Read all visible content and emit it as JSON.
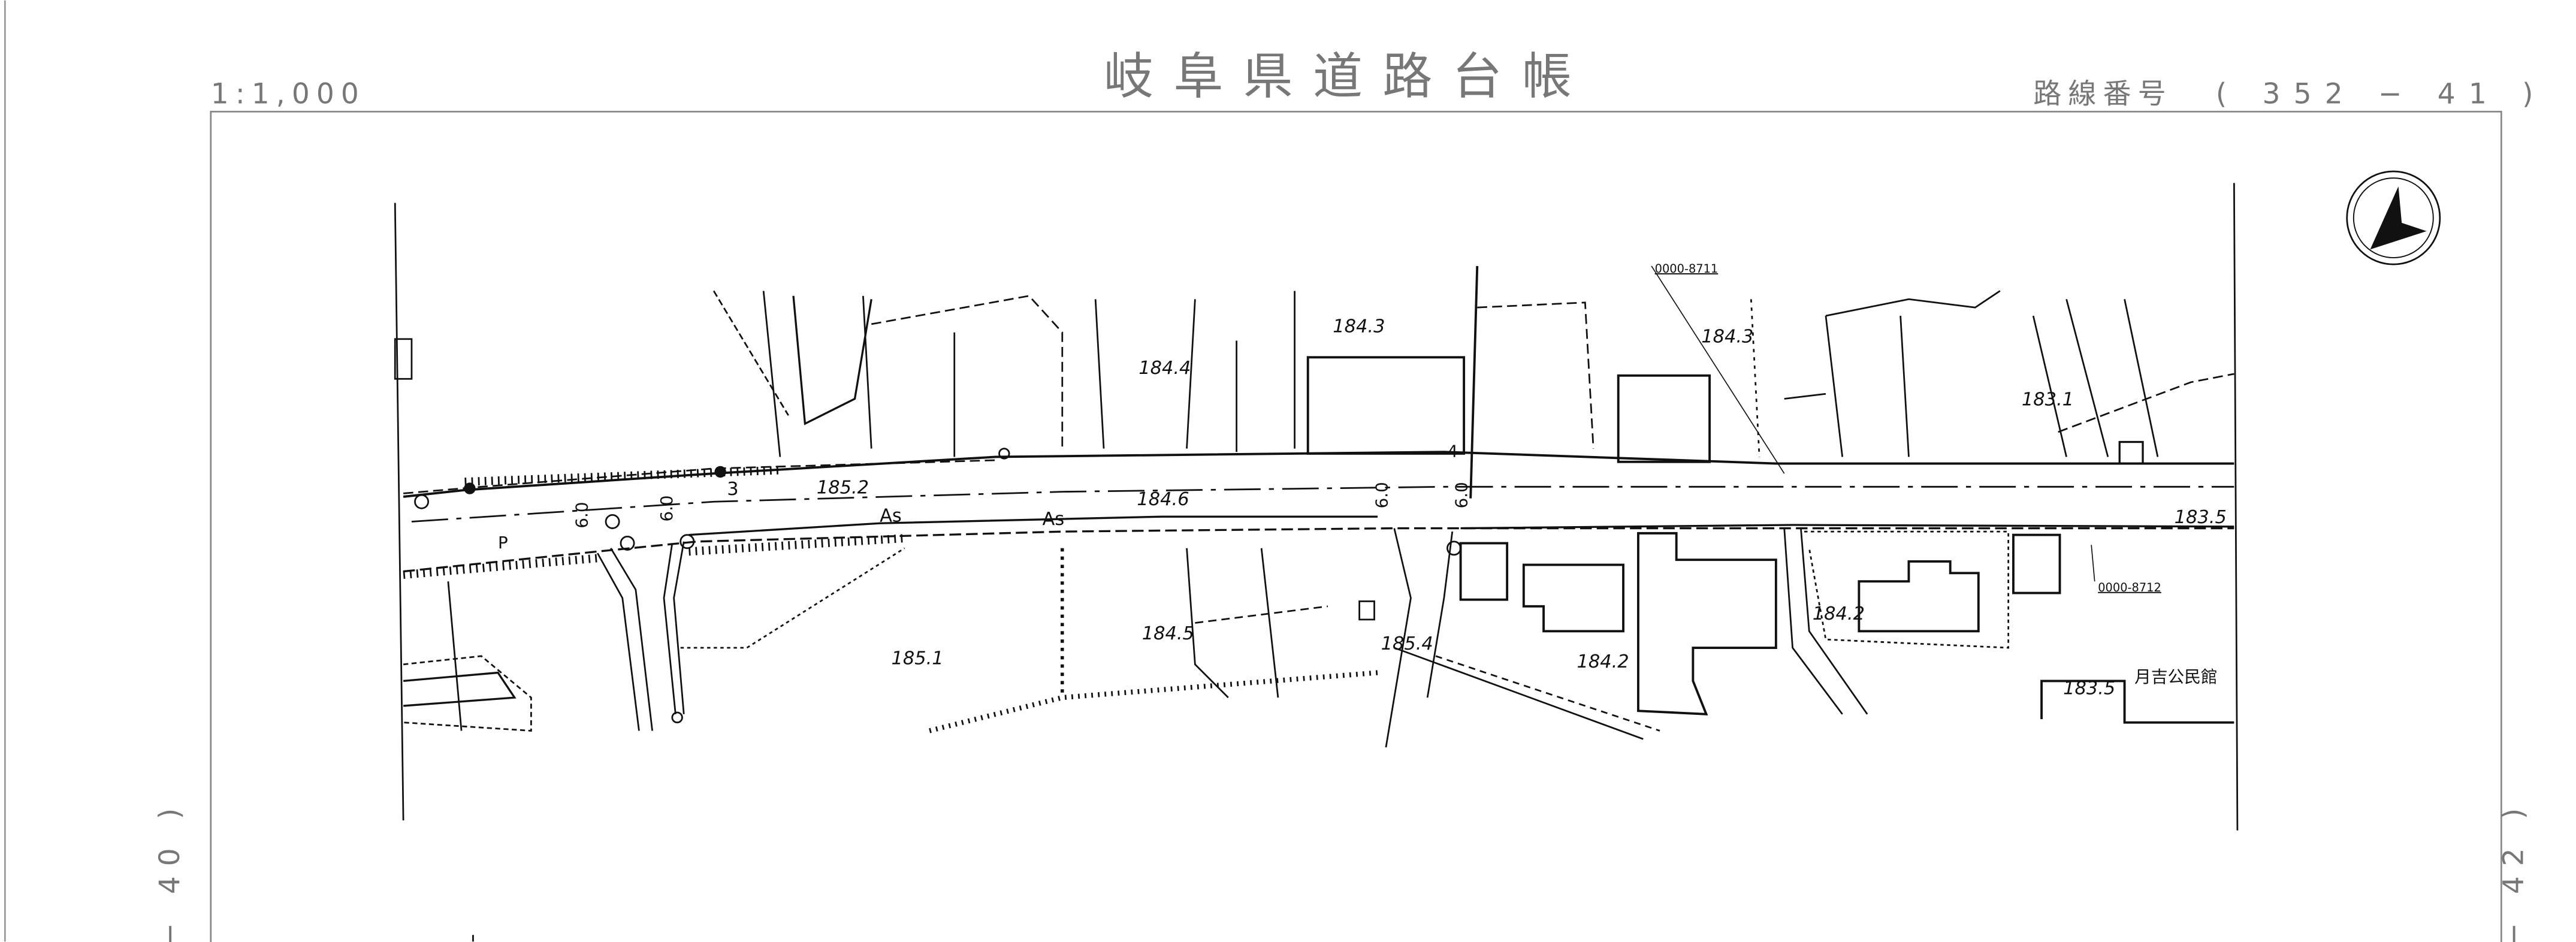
{
  "header": {
    "scale": "1:1,000",
    "title": "岐阜県道路台帳",
    "route_label": "路線番号",
    "route_number": "( 352 − 41 )"
  },
  "side": {
    "left_sheet": "− 40 )",
    "right_sheet": "− 42 )"
  },
  "map": {
    "elevations": [
      "185.2",
      "184.6",
      "184.4",
      "184.3",
      "185.1",
      "184.5",
      "185.4",
      "184.3",
      "183.1",
      "183.5",
      "184.2",
      "184.2",
      "183.5"
    ],
    "surface_labels": [
      "As",
      "As",
      "P"
    ],
    "station_labels": [
      "3",
      "4"
    ],
    "widths": [
      "6.0",
      "6.0",
      "6.0",
      "6.0"
    ],
    "benchmarks": [
      "0000-8711",
      "0000-8712"
    ],
    "facility": "月吉公民館"
  },
  "colors": {
    "line": "#111111",
    "header_text": "#777777",
    "frame": "#888888"
  }
}
